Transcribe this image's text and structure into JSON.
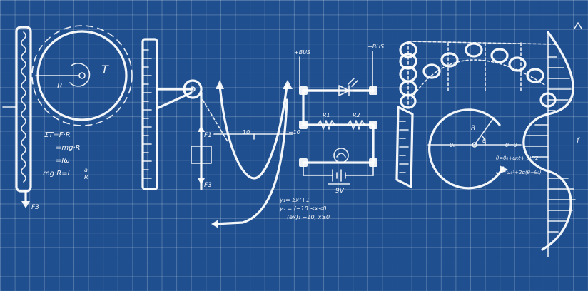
{
  "labels": {
    "torque_sum": "ΣT=F·R",
    "torque_mg": "=mg·R",
    "torque_iw": "=Iω",
    "torque_final": "mg·R=I",
    "frac_num": "a",
    "frac_den": "R",
    "gear_r": "R",
    "gear_t": "T",
    "force_f3": "F3",
    "force_f1": "F1",
    "force_f3b": "F3",
    "bus_plus": "+BUS",
    "bus_minus": "−BUS",
    "axis_10": "10",
    "axis_minus10": "−10",
    "res_r1": "R1",
    "res_r2": "R2",
    "battery": "9V",
    "eq1": "y₁= Σx²+1",
    "eq2": "y₂ = (−10 ≤x≤0",
    "eq3": "(ex)₁ −10, x≥0",
    "circle_r": "R",
    "theta_0": "θ₀",
    "theta": "θ",
    "theta_eq": "θ=0",
    "kin1": "θ=θ₀+ω₀t+ αt²/2",
    "kin2": "ω²=ω₀²+2α(θ−θ₀)",
    "wave_label": "f"
  }
}
